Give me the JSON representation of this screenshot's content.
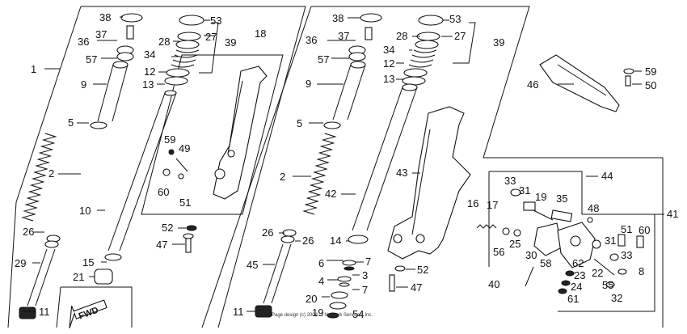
{
  "labels": {
    "l38a": "38",
    "l37a": "37",
    "l36a": "36",
    "l57a": "57",
    "l1": "1",
    "l9a": "9",
    "l5a": "5",
    "l2a": "2",
    "l26a": "26",
    "l29": "29",
    "l11a": "11",
    "l53a": "53",
    "l28a": "28",
    "l27a": "27",
    "l39a": "39",
    "l34a": "34",
    "l12a": "12",
    "l13a": "13",
    "l10": "10",
    "l15": "15",
    "l21": "21",
    "l18": "18",
    "l59a": "59",
    "l49": "49",
    "l60a": "60",
    "l51a": "51",
    "l52a": "52",
    "l47a": "47",
    "l38b": "38",
    "l37b": "37",
    "l36b": "36",
    "l57b": "57",
    "l9b": "9",
    "l5b": "5",
    "l2b": "2",
    "l26b": "26",
    "l26c": "26",
    "l45": "45",
    "l11b": "11",
    "l53b": "53",
    "l28b": "28",
    "l27b": "27",
    "l39b": "39",
    "l34b": "34",
    "l12b": "12",
    "l13b": "13",
    "l42": "42",
    "l14": "14",
    "l43": "43",
    "l52b": "52",
    "l47b": "47",
    "l6": "6",
    "l7a": "7",
    "l4": "4",
    "l3": "3",
    "l7b": "7",
    "l20": "20",
    "l19b": "19",
    "l54": "54",
    "l46": "46",
    "l59b": "59",
    "l50": "50",
    "l44": "44",
    "l41": "41",
    "l33a": "33",
    "l31a": "31",
    "l19a": "19",
    "l35": "35",
    "l48": "48",
    "l16": "16",
    "l17": "17",
    "l25": "25",
    "l56": "56",
    "l30": "30",
    "l58": "58",
    "l62": "62",
    "l51b": "51",
    "l60b": "60",
    "l31b": "31",
    "l33b": "33",
    "l8": "8",
    "l22": "22",
    "l23": "23",
    "l24": "24",
    "l61": "61",
    "l55": "55",
    "l32": "32",
    "l40": "40"
  },
  "fwd_label": "FWD",
  "copyright": "Page design (c) 2004 ... Network Services, Inc."
}
